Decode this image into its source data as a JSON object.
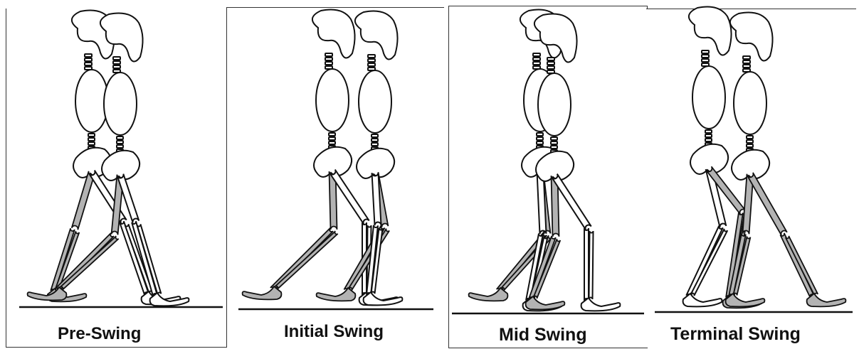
{
  "phases": [
    {
      "key": "pre_swing",
      "label": "Pre-Swing"
    },
    {
      "key": "initial_swing",
      "label": "Initial Swing"
    },
    {
      "key": "mid_swing",
      "label": "Mid Swing"
    },
    {
      "key": "terminal_swing",
      "label": "Terminal Swing"
    }
  ],
  "colors": {
    "outline": "#111111",
    "swing_limb": "#b3b3b3",
    "background": "#ffffff"
  }
}
